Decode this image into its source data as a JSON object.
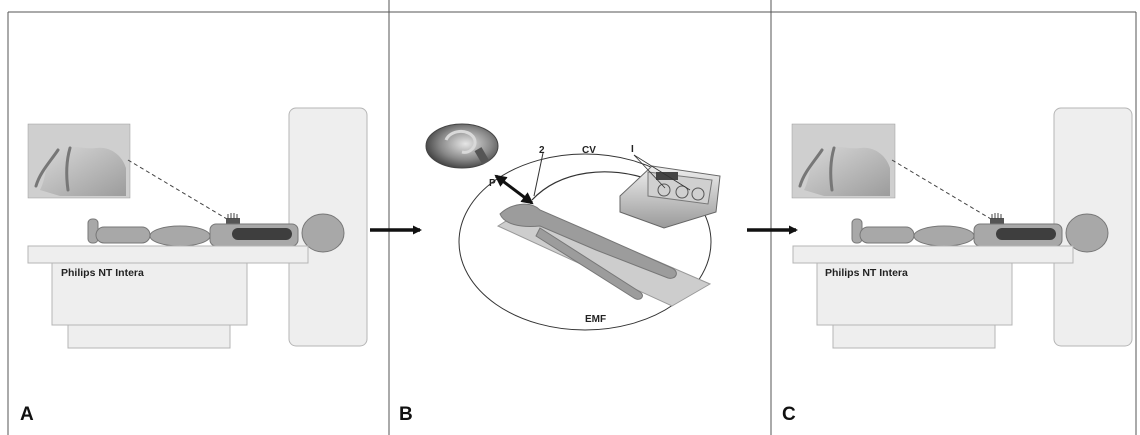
{
  "panels": [
    {
      "letter": "A",
      "scanner_label": "Philips NT Intera"
    },
    {
      "letter": "B",
      "labels": {
        "probe": "P",
        "number": "2",
        "cable": "CV",
        "indicator": "I",
        "field": "EMF"
      }
    },
    {
      "letter": "C",
      "scanner_label": "Philips NT Intera"
    }
  ],
  "colors": {
    "frame": "#555555",
    "scanner_body": "#eeeeee",
    "scanner_edge": "#b5b5b5",
    "body_fill": "#a8a8a8",
    "body_edge": "#777777",
    "arrow": "#111111"
  }
}
